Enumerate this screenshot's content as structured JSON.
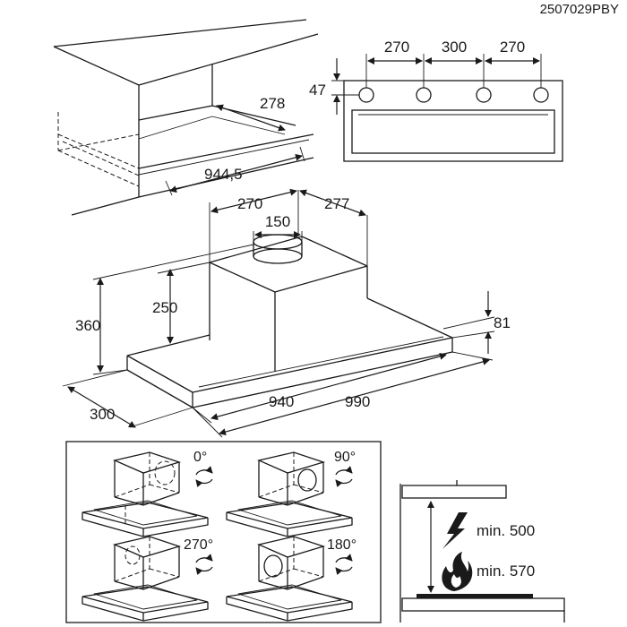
{
  "document_code": "2507029PBY",
  "cabinet_view": {
    "depth_label": "278",
    "width_label": "944,5"
  },
  "hole_pattern": {
    "spacing_left": "270",
    "spacing_middle": "300",
    "spacing_right": "270",
    "edge_offset": "47"
  },
  "hood_view": {
    "chimney_left": "270",
    "chimney_right": "277",
    "duct_diameter": "150",
    "chimney_height": "250",
    "total_height": "360",
    "panel_thickness": "81",
    "body_width": "940",
    "total_width": "990",
    "depth": "300"
  },
  "outlet_orientations": [
    "0°",
    "90°",
    "270°",
    "180°"
  ],
  "clearances": {
    "electric_label": "min. 500",
    "gas_label": "min. 570"
  },
  "icons": {
    "electric": "lightning-icon",
    "gas": "flame-icon",
    "rotate": "rotate-arrows-icon"
  }
}
